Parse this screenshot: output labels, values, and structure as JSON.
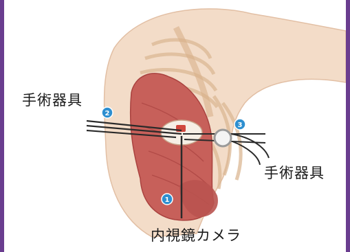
{
  "labels": {
    "instrument_left": "手術器具",
    "instrument_right": "手術器具",
    "camera": "内視鏡カメラ"
  },
  "ports": {
    "port_1": "1",
    "port_2": "2",
    "port_3": "3"
  },
  "colors": {
    "frame_border": "#6a3d8f",
    "skin": "#f1d3bc",
    "rib_cage": "#e9c7a6",
    "lung": "#c7605a",
    "lung_dark": "#a9423f",
    "instrument": "#2a2a2a",
    "port_badge": "#2e8fd0"
  }
}
